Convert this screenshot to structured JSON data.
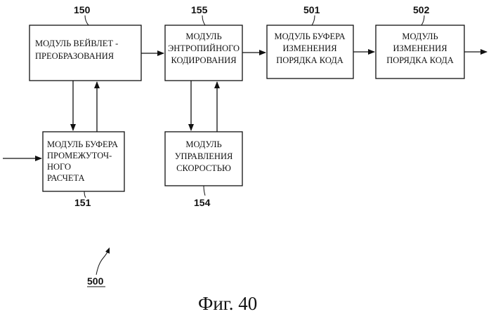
{
  "figure": {
    "caption": "Фиг. 40",
    "system_ref": "500"
  },
  "blocks": {
    "wavelet": {
      "ref": "150",
      "lines": [
        "МОДУЛЬ ВЕЙВЛЕТ -",
        "ПРЕОБРАЗОВАНИЯ"
      ]
    },
    "entropy": {
      "ref": "155",
      "lines": [
        "МОДУЛЬ",
        "ЭНТРОПИЙНОГО",
        "КОДИРОВАНИЯ"
      ]
    },
    "reorder_buffer": {
      "ref": "501",
      "lines": [
        "МОДУЛЬ БУФЕРА",
        "ИЗМЕНЕНИЯ",
        "ПОРЯДКА КОДА"
      ]
    },
    "reorder": {
      "ref": "502",
      "lines": [
        "МОДУЛЬ",
        "ИЗМЕНЕНИЯ",
        "ПОРЯДКА КОДА"
      ]
    },
    "intermediate_buffer": {
      "ref": "151",
      "lines": [
        "МОДУЛЬ БУФЕРА",
        "ПРОМЕЖУТОЧ-",
        "НОГО",
        "РАСЧЕТА"
      ]
    },
    "rate_control": {
      "ref": "154",
      "lines": [
        "МОДУЛЬ",
        "УПРАВЛЕНИЯ",
        "СКОРОСТЬЮ"
      ]
    }
  },
  "colors": {
    "line": "#111111",
    "background": "#ffffff"
  }
}
